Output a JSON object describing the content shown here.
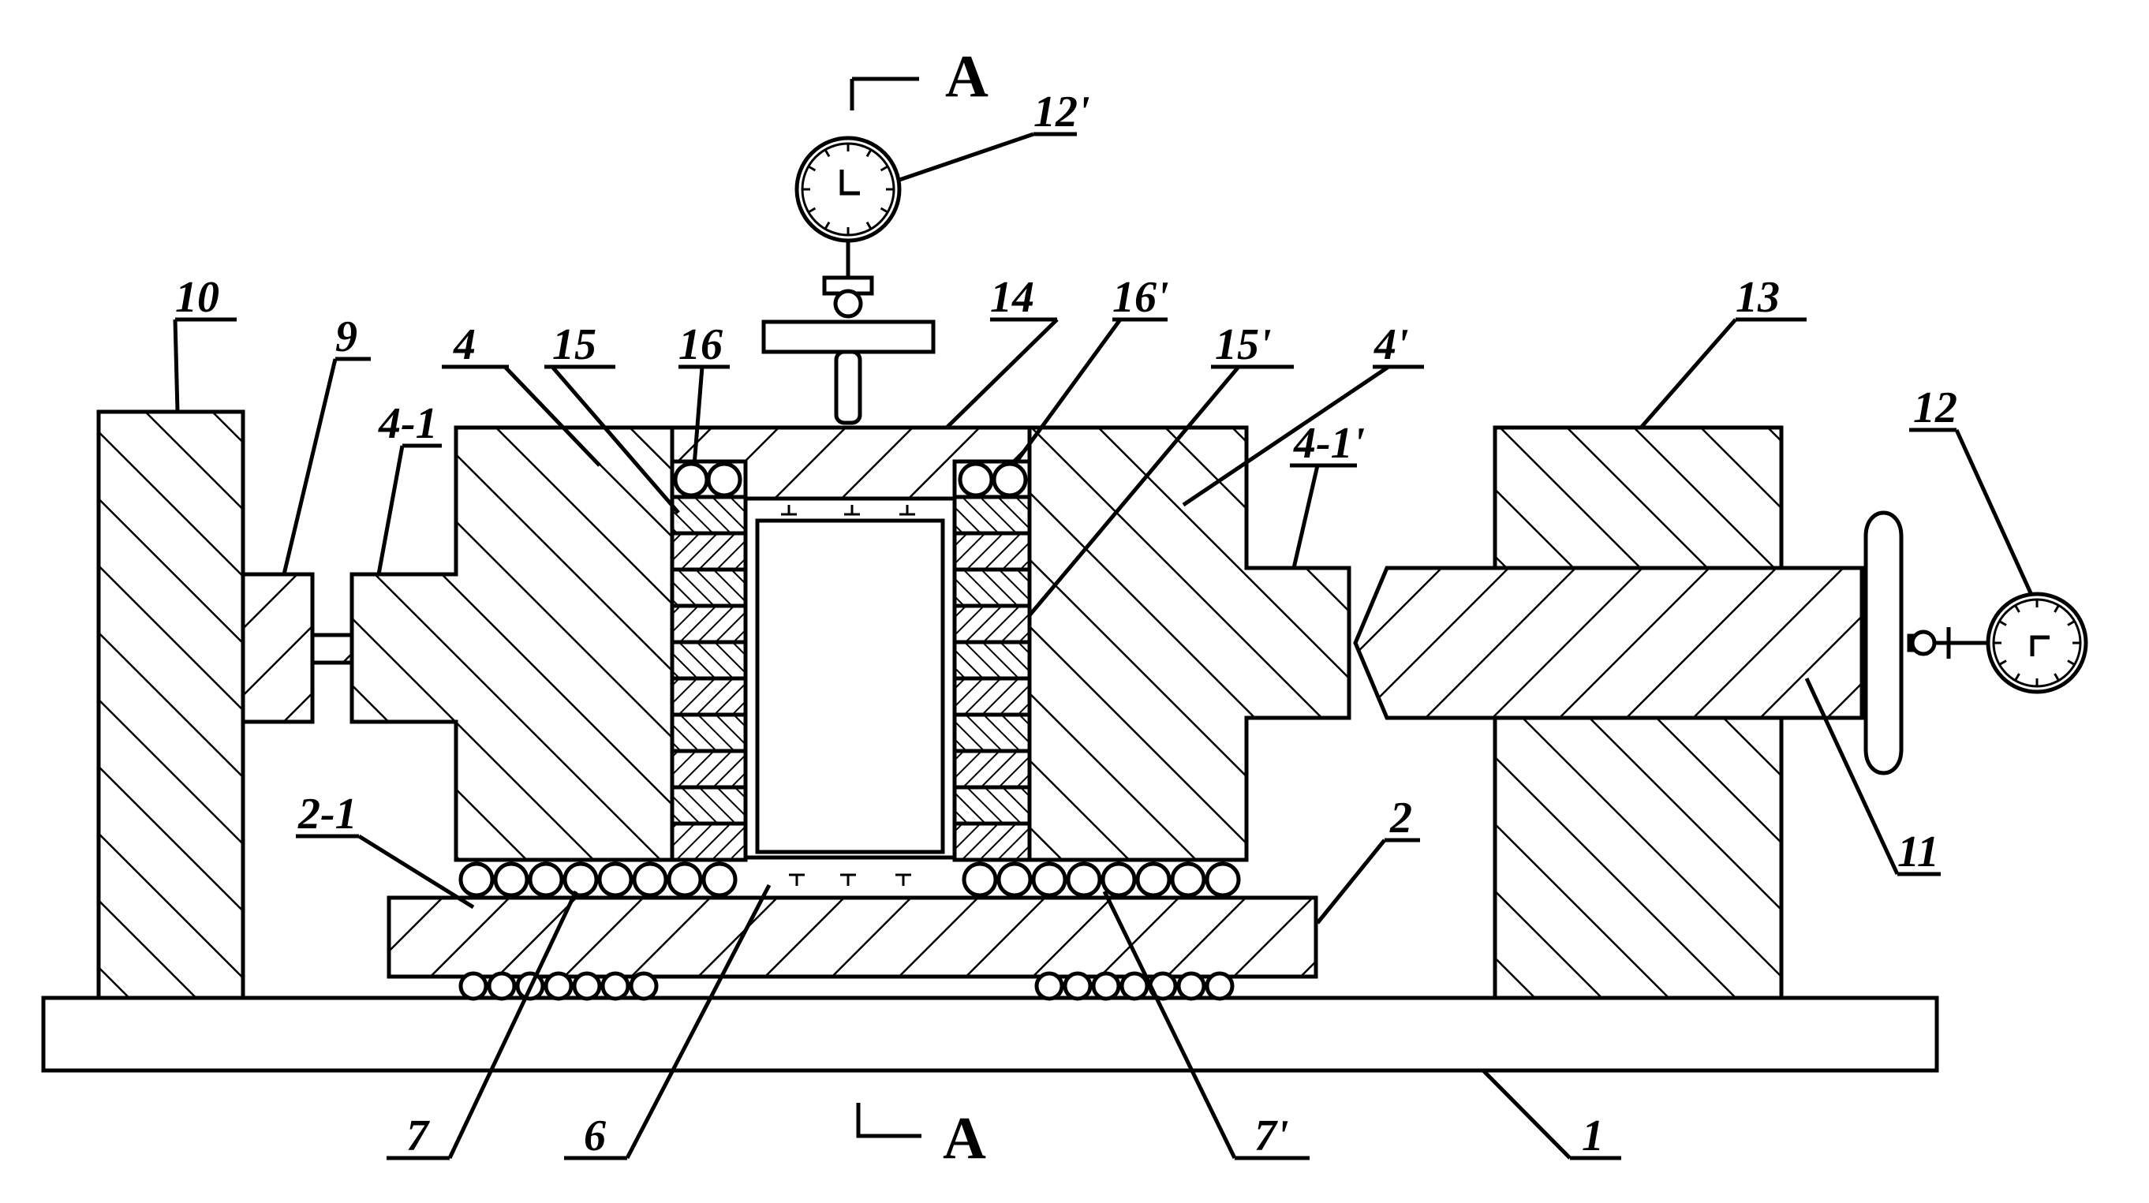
{
  "section_marker": {
    "top": "A",
    "bottom": "A"
  },
  "labels": {
    "base": "1",
    "slide_plate": "2",
    "slide_plate_sub": "2-1",
    "clamp_block_left": "4",
    "clamp_stub_left": "4-1",
    "clamp_block_right": "4'",
    "clamp_stub_right": "4-1'",
    "specimen": "6",
    "rollers_left": "7",
    "rollers_right": "7'",
    "load_cell": "9",
    "left_support": "10",
    "screw": "11",
    "dial_gauge_right": "12",
    "dial_gauge_top": "12'",
    "right_support": "13",
    "top_plate": "14",
    "pad_stack_left": "15",
    "pad_stack_right": "15'",
    "top_rollers_left": "16",
    "top_rollers_right": "16'"
  },
  "colors": {
    "line": "#000000",
    "background": "#ffffff"
  },
  "icons": {
    "gauge": "dial-gauge-icon",
    "handwheel": "handwheel-icon"
  }
}
